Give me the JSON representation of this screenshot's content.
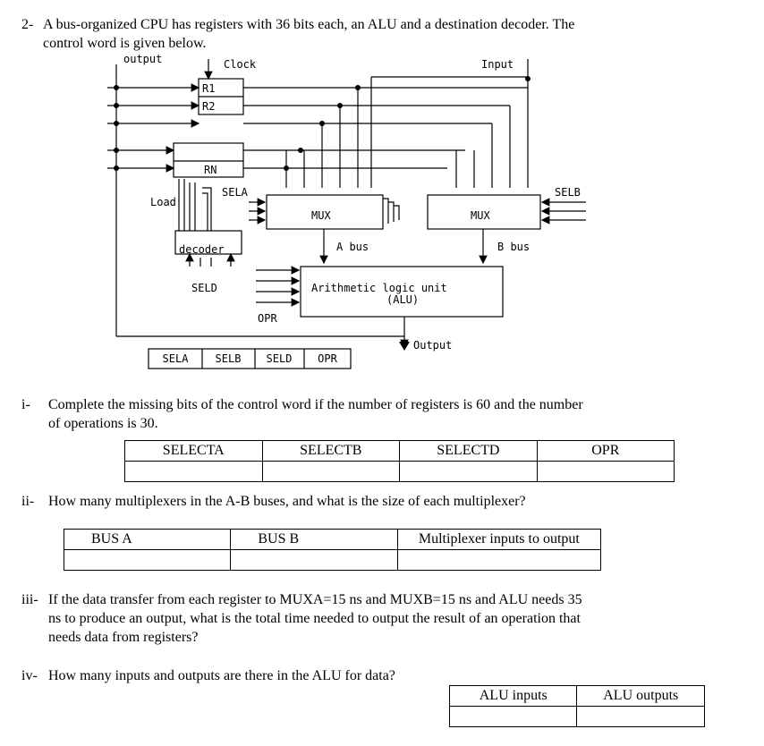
{
  "question": {
    "number": "2-",
    "line1": "A bus-organized CPU has registers with 36 bits each, an ALU and a destination decoder. The",
    "line2": "control word is given below."
  },
  "diagram": {
    "output_top": "output",
    "clock": "Clock",
    "input": "Input",
    "r1": "R1",
    "r2": "R2",
    "rn": "RN",
    "load": "Load",
    "sela": "SELA",
    "selb": "SELB",
    "mux_a": "MUX",
    "mux_b": "MUX",
    "a_bus": "A bus",
    "b_bus": "B bus",
    "decoder": "decoder",
    "seld": "SELD",
    "alu_line1": "Arithmetic logic unit",
    "alu_line2": "(ALU)",
    "opr": "OPR",
    "output_bottom": "Output",
    "control_word": [
      "SELA",
      "SELB",
      "SELD",
      "OPR"
    ]
  },
  "part_i": {
    "label": "i-",
    "line1": "Complete the missing bits of the control word if the number of registers is 60 and the number",
    "line2": "of operations is 30.",
    "headers": [
      "SELECTA",
      "SELECTB",
      "SELECTD",
      "OPR"
    ]
  },
  "part_ii": {
    "label": "ii-",
    "line1": "How many multiplexers in the A-B buses, and what is the size of each multiplexer?",
    "headers": [
      "BUS A",
      "BUS B",
      "Multiplexer inputs to output"
    ]
  },
  "part_iii": {
    "label": "iii-",
    "line1": "If the data transfer from each register to MUXA=15 ns and MUXB=15 ns and ALU needs 35",
    "line2": "ns to produce an output, what is the total time needed to output the result of an operation that",
    "line3": "needs data from registers?"
  },
  "part_iv": {
    "label": "iv-",
    "line1": "How many inputs and outputs are there in the ALU for data?",
    "headers": [
      "ALU inputs",
      "ALU outputs"
    ]
  }
}
